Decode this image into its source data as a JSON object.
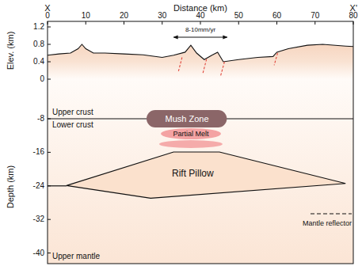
{
  "diagram": {
    "nodes": [
      {
        "text": [
          "Mush Zone"
        ]
      },
      {
        "text": [
          "Partial Melt"
        ]
      },
      {
        "text": [
          "Rift Pillow"
        ]
      }
    ],
    "labels": [
      "X",
      "Distance (km)",
      "X'",
      "0",
      "10",
      "20",
      "30",
      "40",
      "50",
      "60",
      "70",
      "80",
      "8-10mm/yr",
      "Elev. (km)",
      "1.2",
      "0.8",
      "0.4",
      "0",
      "Upper crust",
      "-8",
      "Lower crust",
      "-16",
      "-24",
      "-32",
      "Mantle reflector",
      "Upper mantle",
      "-40",
      "Depth (km)"
    ]
  }
}
